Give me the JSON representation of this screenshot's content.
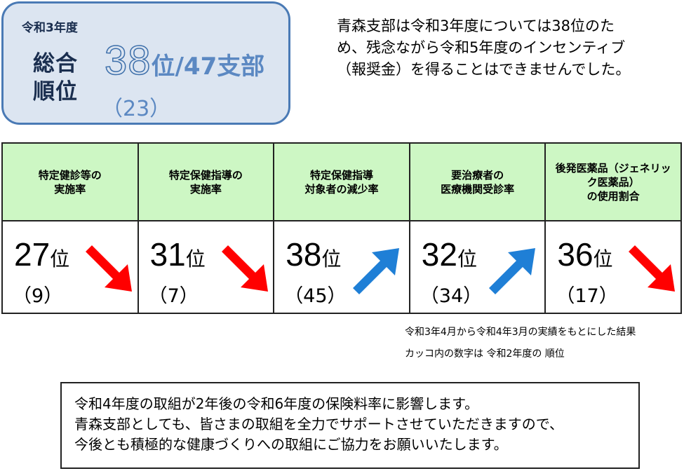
{
  "summary": {
    "year": "令和3年度",
    "label_line1": "総合",
    "label_line2": "順位",
    "rank": "38",
    "rank_suffix": "位/47支部",
    "previous": "（23）"
  },
  "intro": {
    "line1": "青森支部は令和3年度については38位のた",
    "line2": "め、残念ながら令和5年度のインセンティブ",
    "line3": "（報奨金）を得ることはできませんでした。"
  },
  "indicators": [
    {
      "title1": "特定健診等の",
      "title2": "実施率",
      "title3": "",
      "rank": "27",
      "unit": "位",
      "previous": "（9）",
      "trend": "down",
      "trend_icon": "down-arrow-icon",
      "color": "#ff0000"
    },
    {
      "title1": "特定保健指導の",
      "title2": "実施率",
      "title3": "",
      "rank": "31",
      "unit": "位",
      "previous": "（7）",
      "trend": "down",
      "trend_icon": "down-arrow-icon",
      "color": "#ff0000"
    },
    {
      "title1": "特定保健指導",
      "title2": "対象者の減少率",
      "title3": "",
      "rank": "38",
      "unit": "位",
      "previous": "（45）",
      "trend": "up",
      "trend_icon": "up-arrow-icon",
      "color": "#1f7fd6"
    },
    {
      "title1": "要治療者の",
      "title2": "医療機関受診率",
      "title3": "",
      "rank": "32",
      "unit": "位",
      "previous": "（34）",
      "trend": "up",
      "trend_icon": "up-arrow-icon",
      "color": "#1f7fd6"
    },
    {
      "title1": "後発医薬品（ジェネリッ",
      "title2": "ク医薬品）",
      "title3": "の使用割合",
      "rank": "36",
      "unit": "位",
      "previous": "（17）",
      "trend": "down",
      "trend_icon": "down-arrow-icon",
      "color": "#ff0000"
    }
  ],
  "notes": {
    "line1": "令和3年4月から令和4年3月の実績をもとにした結果",
    "line2": "カッコ内の数字は 令和2年度の 順位"
  },
  "message": {
    "line1": "令和4年度の取組が2年後の令和6年度の保険料率に影響します。",
    "line2": "青森支部としても、皆さまの取組を全力でサポートさせていただきますので、",
    "line3": "今後とも積極的な健康づくりへの取組にご協力をお願いいたします。"
  }
}
